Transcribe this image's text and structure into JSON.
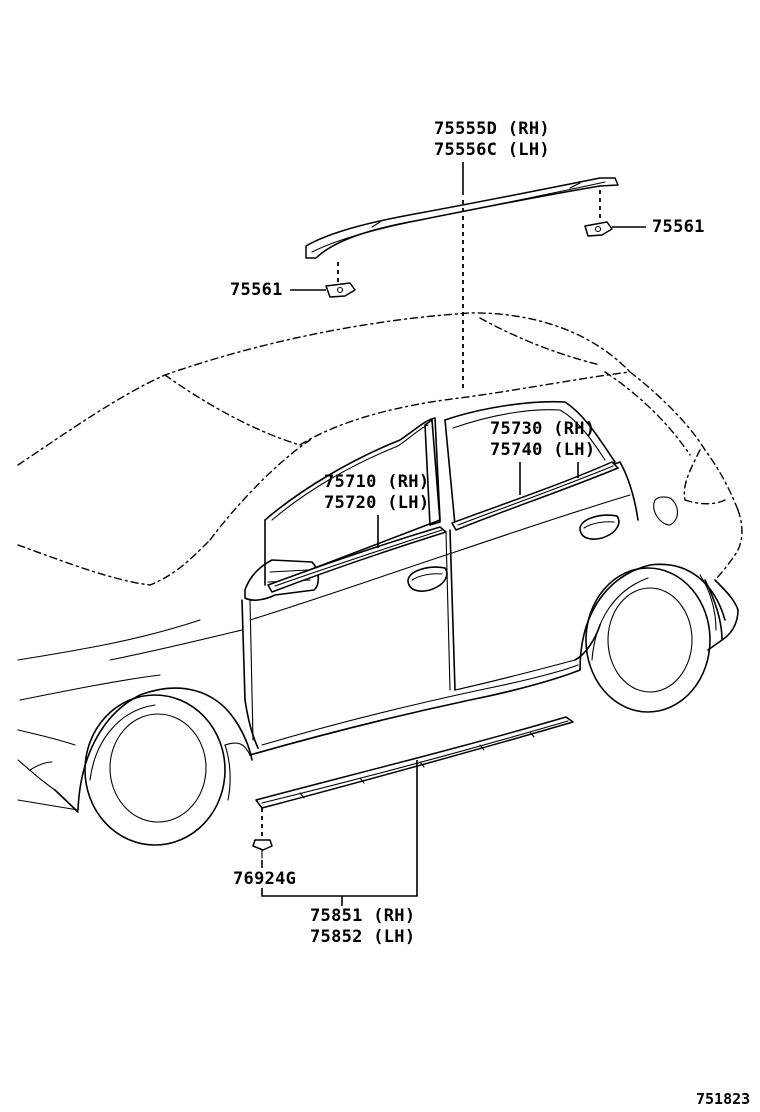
{
  "labels": {
    "roof_rh": "75555D (RH)",
    "roof_lh": "75556C (LH)",
    "clip_right": "75561",
    "clip_left": "75561",
    "rear_belt_rh": "75730 (RH)",
    "rear_belt_lh": "75740 (LH)",
    "front_belt_rh": "75710 (RH)",
    "front_belt_lh": "75720 (LH)",
    "rocker_clip": "76924G",
    "rocker_rh": "75851 (RH)",
    "rocker_lh": "75852 (LH)"
  },
  "figure_number": "751823"
}
